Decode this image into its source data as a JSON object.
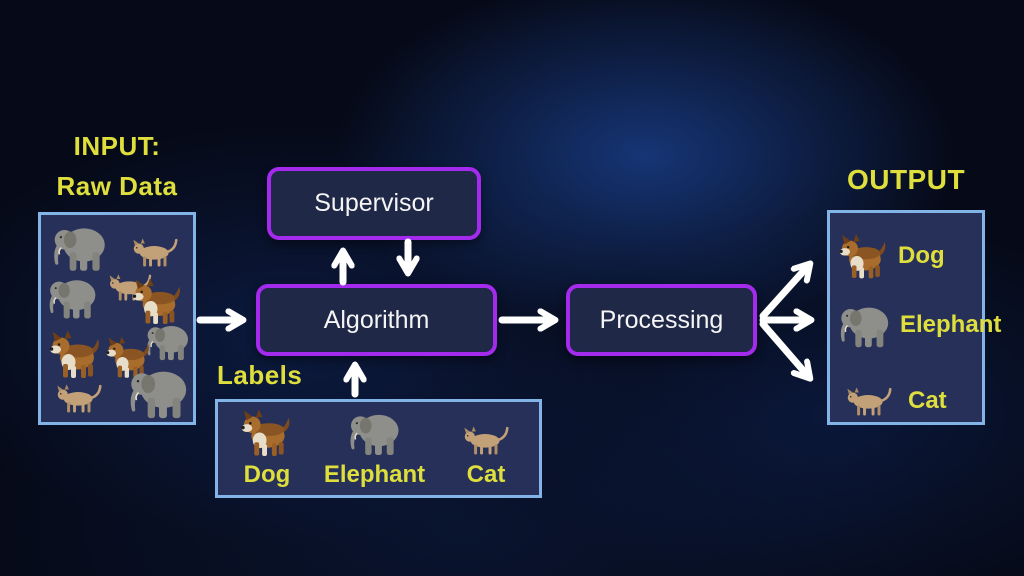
{
  "input": {
    "heading_line1": "INPUT:",
    "heading_line2": "Raw Data",
    "animals": [
      "elephant",
      "cat",
      "elephant",
      "cat",
      "dog",
      "elephant",
      "dog",
      "dog",
      "elephant",
      "cat"
    ]
  },
  "labels_box": {
    "heading": "Labels",
    "items": [
      {
        "label": "Dog",
        "icon": "dog-image"
      },
      {
        "label": "Elephant",
        "icon": "elephant-image"
      },
      {
        "label": "Cat",
        "icon": "cat-image"
      }
    ]
  },
  "nodes": {
    "supervisor": "Supervisor",
    "algorithm": "Algorithm",
    "processing": "Processing"
  },
  "output": {
    "heading": "OUTPUT",
    "rows": [
      {
        "label": "Dog",
        "icon": "dog-image"
      },
      {
        "label": "Elephant",
        "icon": "elephant-image"
      },
      {
        "label": "Cat",
        "icon": "cat-image"
      }
    ]
  },
  "connections": [
    {
      "from": "input-box",
      "to": "algorithm-node"
    },
    {
      "from": "algorithm-node",
      "to": "supervisor-node"
    },
    {
      "from": "supervisor-node",
      "to": "algorithm-node"
    },
    {
      "from": "labels-box",
      "to": "algorithm-node"
    },
    {
      "from": "algorithm-node",
      "to": "processing-node"
    },
    {
      "from": "processing-node",
      "to": "output-row-dog"
    },
    {
      "from": "processing-node",
      "to": "output-row-elephant"
    },
    {
      "from": "processing-node",
      "to": "output-row-cat"
    }
  ],
  "colors": {
    "accent_purple": "#a42bee",
    "box_border_blue": "#82b4e8",
    "label_yellow": "#dede3c",
    "arrow_white": "#ffffff",
    "node_fill": "#1f2847",
    "panel_fill": "#263059"
  }
}
